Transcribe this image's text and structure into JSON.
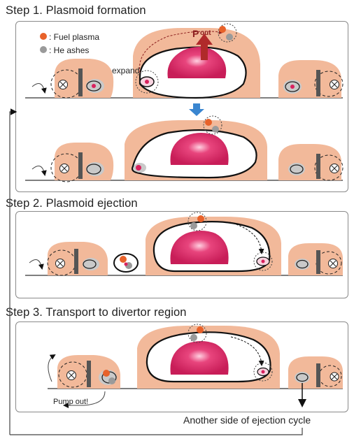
{
  "steps": [
    {
      "title": "Step 1. Plasmoid formation"
    },
    {
      "title": "Step 2. Plasmoid ejection"
    },
    {
      "title": "Step 3. Transport to divertor region"
    }
  ],
  "legend": {
    "fuel_label": ": Fuel plasma",
    "he_label": ": He ashes",
    "fuel_color": "#e8622a",
    "he_color": "#9a9a9a"
  },
  "annotations": {
    "expand": "expand",
    "pout": "P",
    "pout_sub": "out",
    "pump_out": "Pump out!",
    "cycle": "Another side of ejection cycle"
  },
  "colors": {
    "mantle": "#f2b99a",
    "core": "#d9215e",
    "accent_arrow": "#b02a2a",
    "flow_arrow": "#3a86d0",
    "separatrix": "#111111"
  }
}
